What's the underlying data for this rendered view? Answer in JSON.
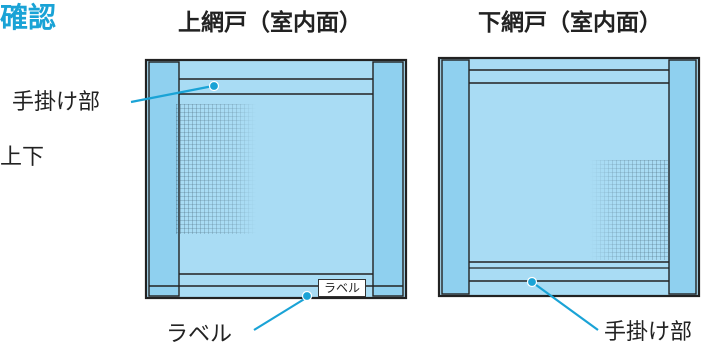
{
  "header": {
    "heading_fragment": "確認",
    "side_fragment": "上下"
  },
  "panels": {
    "upper": {
      "title": "上網戸（室内面）"
    },
    "lower": {
      "title": "下網戸（室内面）"
    }
  },
  "callouts": {
    "upper_handle": "手掛け部",
    "lower_handle": "手掛け部",
    "label_callout": "ラベル",
    "label_sticker": "ラベル"
  },
  "colors": {
    "accent": "#1aa3d6",
    "screen_fill": "#a9dcf4",
    "frame_fill": "#8fd0ef",
    "leader_line": "#1aa3d6"
  }
}
